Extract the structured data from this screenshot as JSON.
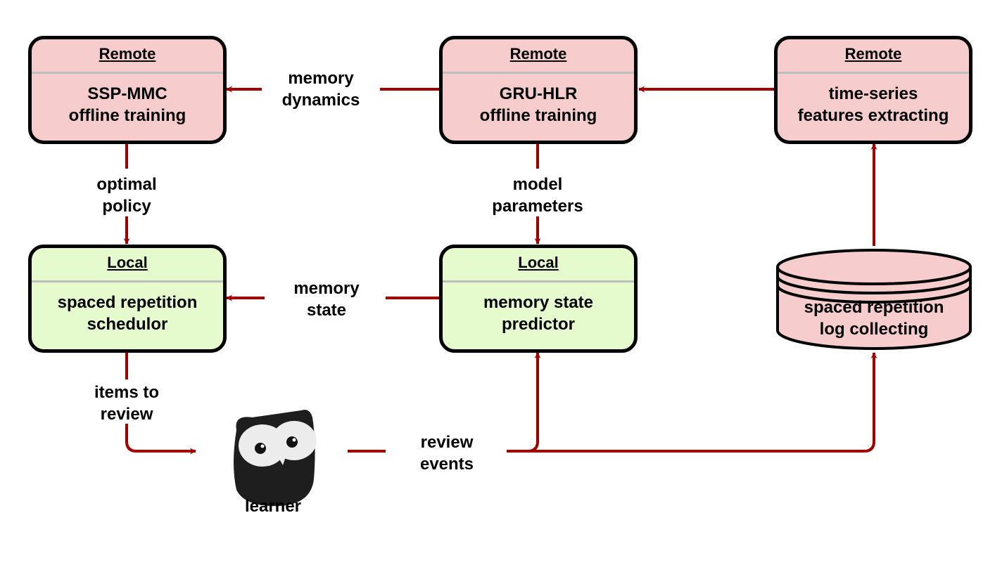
{
  "nodes": {
    "ssp_mmc": {
      "header": "Remote",
      "line1": "SSP-MMC",
      "line2": "offline training"
    },
    "gru_hlr": {
      "header": "Remote",
      "line1": "GRU-HLR",
      "line2": "offline training"
    },
    "features": {
      "header": "Remote",
      "line1": "time-series",
      "line2": "features extracting"
    },
    "scheduler": {
      "header": "Local",
      "line1": "spaced repetition",
      "line2": "schedulor"
    },
    "predictor": {
      "header": "Local",
      "line1": "memory state",
      "line2": "predictor"
    },
    "log_db": {
      "line1": "spaced repetition",
      "line2": "log collecting"
    }
  },
  "edges": {
    "memory_dynamics": {
      "line1": "memory",
      "line2": "dynamics"
    },
    "optimal_policy": {
      "line1": "optimal",
      "line2": "policy"
    },
    "model_parameters": {
      "line1": "model",
      "line2": "parameters"
    },
    "memory_state": {
      "line1": "memory",
      "line2": "state"
    },
    "items_to_review": {
      "line1": "items to",
      "line2": "review"
    },
    "review_events": {
      "line1": "review",
      "line2": "events"
    }
  },
  "learner": {
    "label": "learner",
    "icon": "owl-icon"
  },
  "colors": {
    "arrow": "#a00000",
    "remote_fill": "#f7cccc",
    "local_fill": "#e6fbcd",
    "border": "#000000"
  }
}
